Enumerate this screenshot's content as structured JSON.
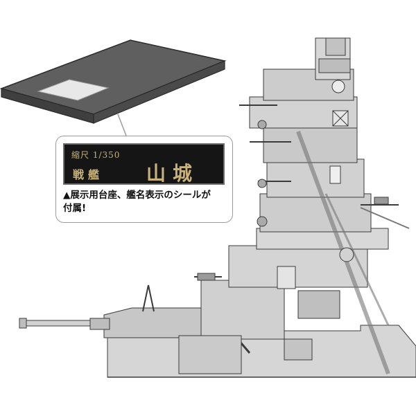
{
  "plate": {
    "scale_text": "縮尺 1/350",
    "type_text": "戦艦",
    "name_text": "山城"
  },
  "note": {
    "line1": "▲展示用台座、艦名表示のシールが",
    "line2": "付属!"
  }
}
